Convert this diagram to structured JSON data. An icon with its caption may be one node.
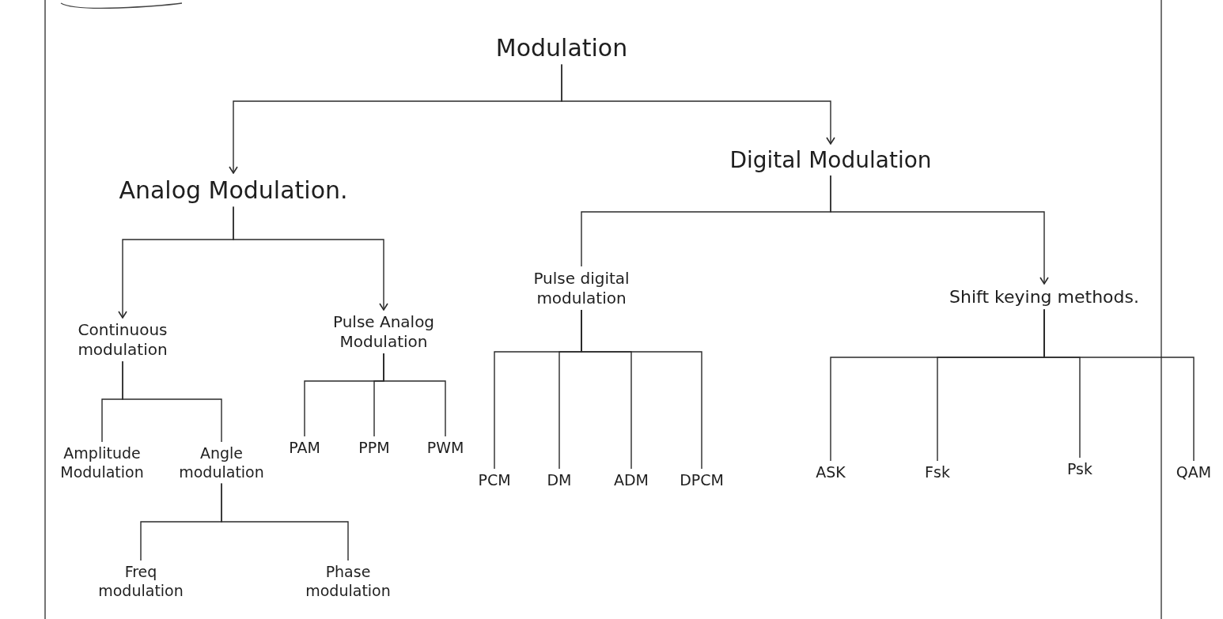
{
  "diagram": {
    "nodes": [
      {
        "text": [
          "Modulation"
        ]
      },
      {
        "text": [
          "Analog Modulation."
        ]
      },
      {
        "text": [
          "Digital Modulation"
        ]
      },
      {
        "text": [
          "Continuous modulation"
        ]
      },
      {
        "text": [
          "Pulse Analog Modulation"
        ]
      },
      {
        "text": [
          "Pulse digital modulation"
        ]
      },
      {
        "text": [
          "Shift keying methods."
        ]
      },
      {
        "text": [
          "Amplitude Modulation"
        ]
      },
      {
        "text": [
          "Angle modulation"
        ]
      },
      {
        "text": [
          "PAM"
        ]
      },
      {
        "text": [
          "PPM"
        ]
      },
      {
        "text": [
          "PWM"
        ]
      },
      {
        "text": [
          "PCM"
        ]
      },
      {
        "text": [
          "DM"
        ]
      },
      {
        "text": [
          "ADM"
        ]
      },
      {
        "text": [
          "DPCM"
        ]
      },
      {
        "text": [
          "ASK"
        ]
      },
      {
        "text": [
          "Fsk"
        ]
      },
      {
        "text": [
          "Psk"
        ]
      },
      {
        "text": [
          "QAM"
        ]
      },
      {
        "text": [
          "Freq modulation"
        ]
      },
      {
        "text": [
          "Phase modulation"
        ]
      }
    ],
    "edges": [
      {
        "from": 0,
        "to": 1,
        "arrow": "to"
      },
      {
        "from": 0,
        "to": 2,
        "arrow": "to"
      },
      {
        "from": 1,
        "to": 3,
        "arrow": "to"
      },
      {
        "from": 1,
        "to": 4,
        "arrow": "to"
      },
      {
        "from": 2,
        "to": 5,
        "arrow": "none"
      },
      {
        "from": 2,
        "to": 6,
        "arrow": "to"
      },
      {
        "from": 3,
        "to": 7,
        "arrow": "none"
      },
      {
        "from": 3,
        "to": 8,
        "arrow": "none"
      },
      {
        "from": 4,
        "to": 9,
        "arrow": "none"
      },
      {
        "from": 4,
        "to": 10,
        "arrow": "none"
      },
      {
        "from": 4,
        "to": 11,
        "arrow": "none"
      },
      {
        "from": 5,
        "to": 12,
        "arrow": "none"
      },
      {
        "from": 5,
        "to": 13,
        "arrow": "none"
      },
      {
        "from": 5,
        "to": 14,
        "arrow": "none"
      },
      {
        "from": 5,
        "to": 15,
        "arrow": "none"
      },
      {
        "from": 6,
        "to": 16,
        "arrow": "none"
      },
      {
        "from": 6,
        "to": 17,
        "arrow": "none"
      },
      {
        "from": 6,
        "to": 18,
        "arrow": "none"
      },
      {
        "from": 6,
        "to": 19,
        "arrow": "none"
      },
      {
        "from": 8,
        "to": 20,
        "arrow": "none"
      },
      {
        "from": 8,
        "to": 21,
        "arrow": "none"
      }
    ]
  }
}
